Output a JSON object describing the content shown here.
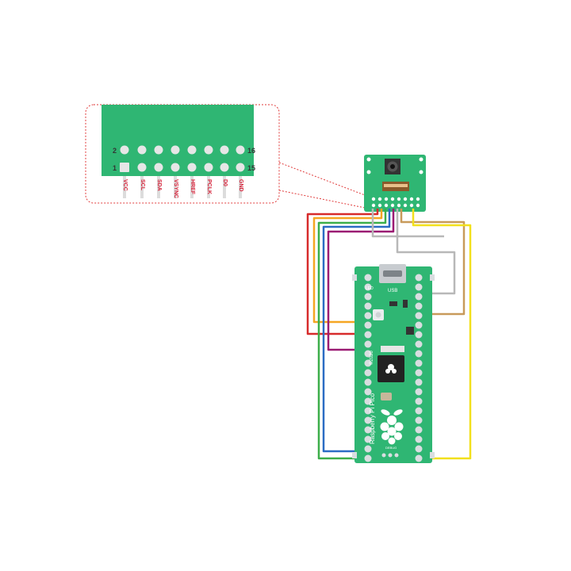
{
  "callout": {
    "pin_numbers": {
      "top_left": "2",
      "top_right": "16",
      "bottom_left": "1",
      "bottom_right": "15"
    },
    "pin_labels": [
      "VCC",
      "SCL",
      "SDA",
      "VSYNC",
      "HREF",
      "PCLK",
      "D0",
      "GND"
    ]
  },
  "pico": {
    "usb_label": "USB",
    "led_label": "LED",
    "year_label": "©2020",
    "board_name": "Raspberry Pi Pico",
    "debug_label": "DEBUG"
  },
  "colors": {
    "board_green": "#2fb673",
    "pad_silver": "#d9dde0",
    "callout_border": "#e03a3a",
    "wire_red": "#d72b2b",
    "wire_orange": "#f5a623",
    "wire_green": "#3cae49",
    "wire_blue": "#2b6cc4",
    "wire_purple": "#9b1b73",
    "wire_gray": "#b8b8b8",
    "wire_tan": "#c89a5a",
    "wire_yellow": "#f2e01c"
  },
  "icons": [
    "raspberry-logo-icon",
    "camera-lens-icon",
    "usb-port-icon"
  ]
}
